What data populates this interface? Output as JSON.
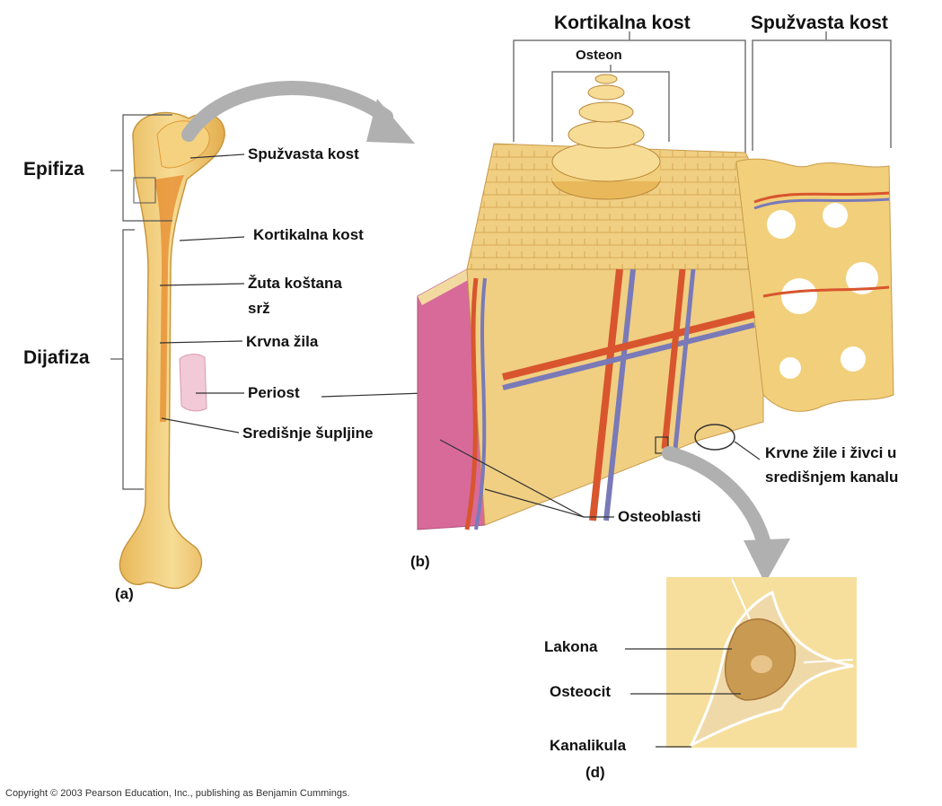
{
  "labels": {
    "epifiza": "Epifiza",
    "dijafiza": "Dijafiza",
    "spuzvasta_kost_a": "Spužvasta kost",
    "kortikalna_kost_a": "Kortikalna kost",
    "zuta_kostana_srz_line1": "Žuta koštana",
    "zuta_kostana_srz_line2": "srž",
    "krvna_zila": "Krvna žila",
    "periost": "Periost",
    "sredisnje_supljine": "Središnje šupljine",
    "kortikalna_kost_b": "Kortikalna kost",
    "spuzvasta_kost_b": "Spužvasta kost",
    "osteon": "Osteon",
    "krvne_zile_line1": "Krvne žile i živci u",
    "krvne_zile_line2": "središnjem kanalu",
    "osteoblasti": "Osteoblasti",
    "lakona": "Lakona",
    "osteocit": "Osteocit",
    "kanalikula": "Kanalikula"
  },
  "panels": {
    "a": "(a)",
    "b": "(b)",
    "d": "(d)"
  },
  "copyright": "Copyright © 2003 Pearson Education, Inc., publishing as Benjamin Cummings.",
  "colors": {
    "bone": "#f2cf7a",
    "bone_dark": "#d9a94a",
    "marrow": "#e58a2b",
    "periosteum": "#d86a9a",
    "artery": "#d8552e",
    "vein": "#7a7ab8",
    "arrow": "#b0b0b0"
  }
}
